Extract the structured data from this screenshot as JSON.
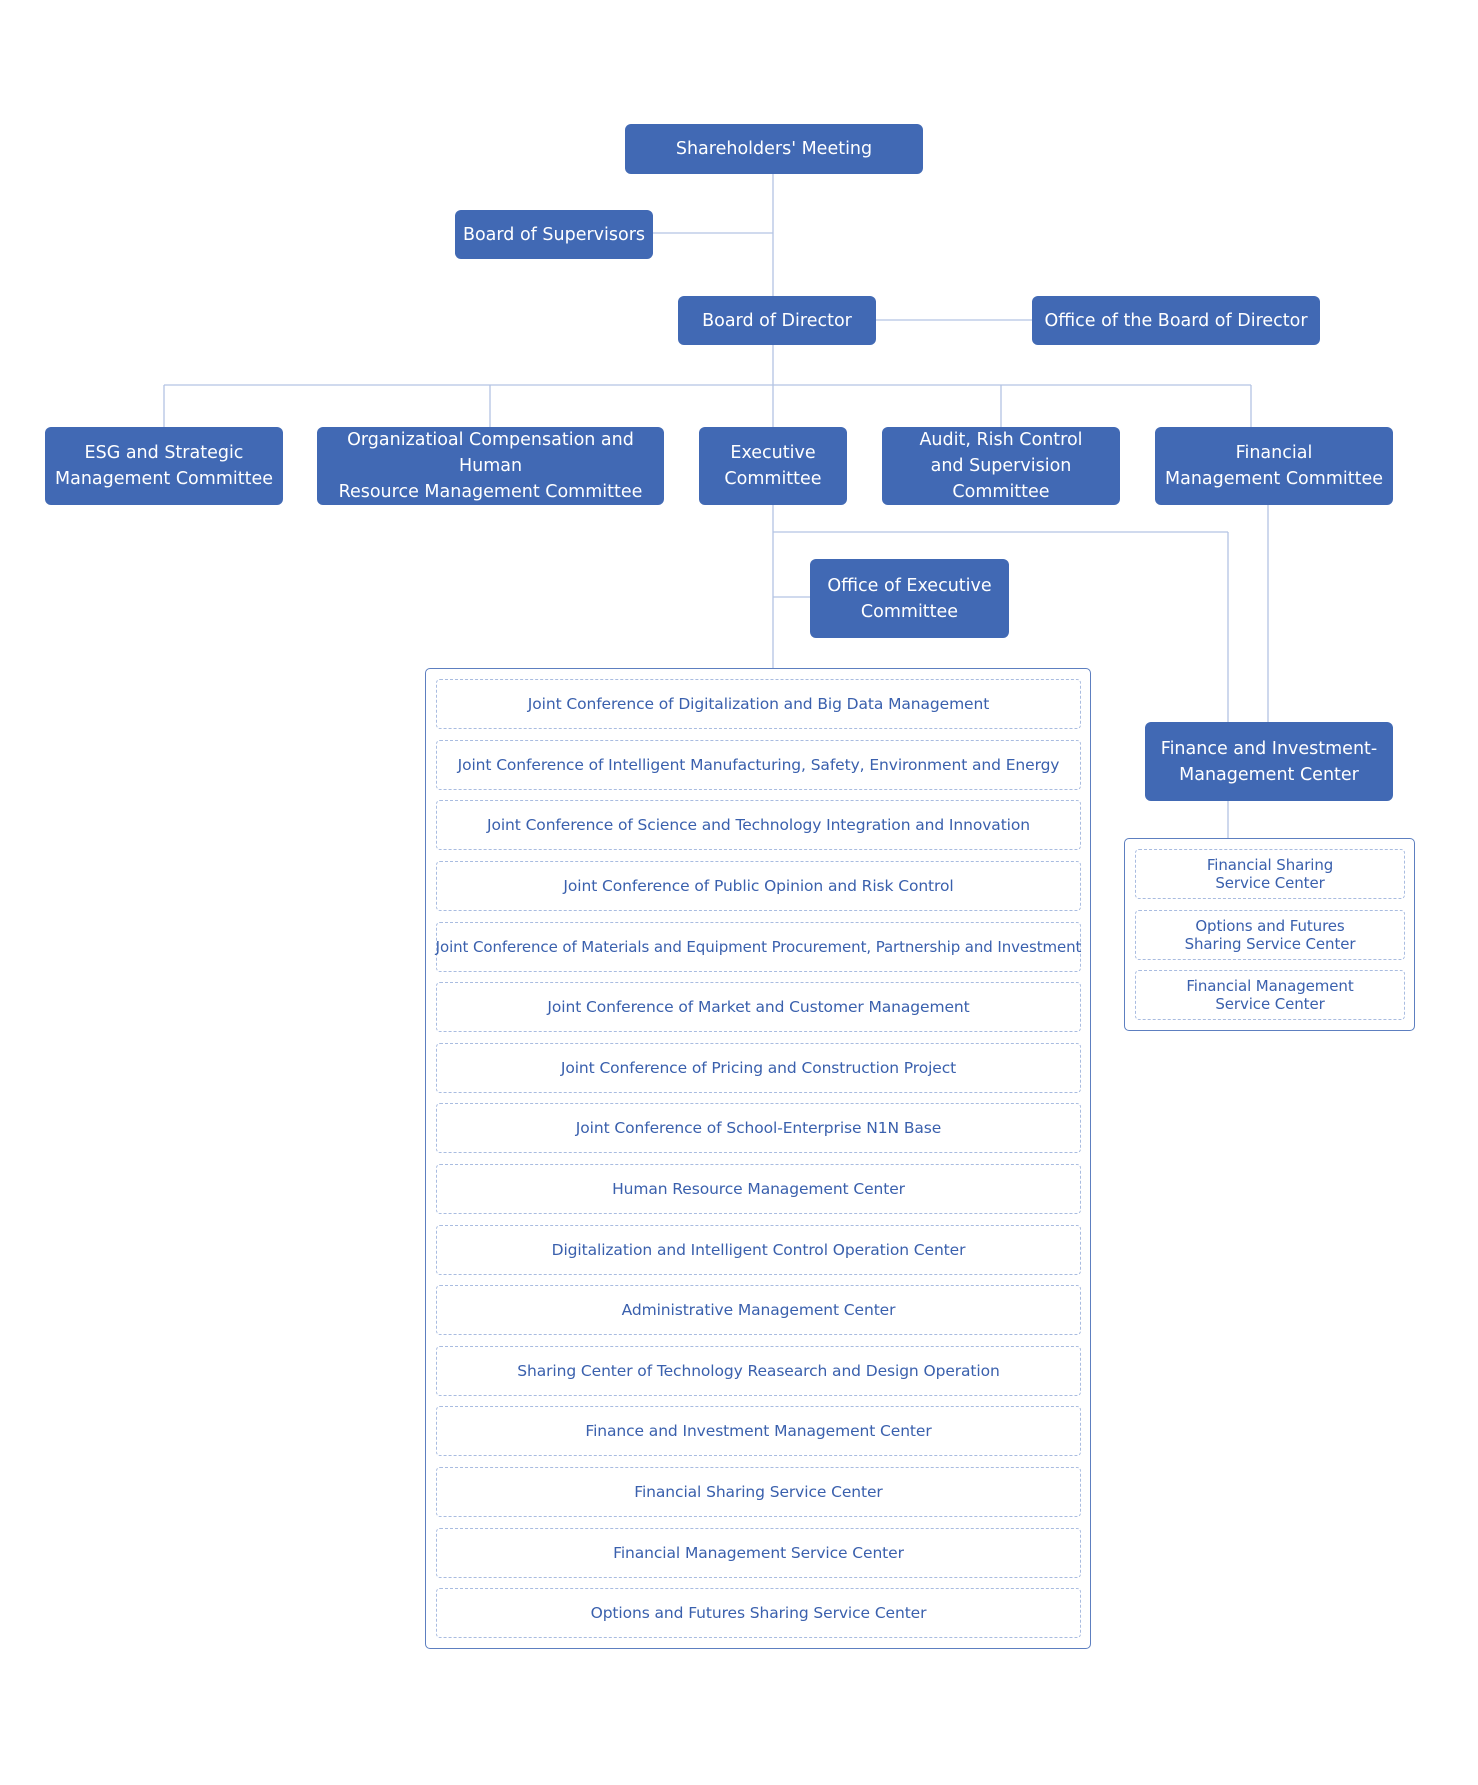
{
  "top": {
    "shareholders": "Shareholders' Meeting",
    "supervisors": "Board of Supervisors",
    "board": "Board of Director",
    "board_office": "Office of the Board of Director"
  },
  "committees": [
    "ESG and Strategic\nManagement Committee",
    "Organizatioal Compensation and Human\nResource Management Committee",
    "Executive\nCommittee",
    "Audit, Rish Control\nand Supervision Committee",
    "Financial\nManagement Committee"
  ],
  "exec_office": "Office of Executive\nCommittee",
  "fin_center": "Finance and Investment-\nManagement Center",
  "exec_units": [
    "Joint Conference of Digitalization and Big Data Management",
    "Joint Conference of Intelligent Manufacturing, Safety, Environment and Energy",
    "Joint Conference of Science and Technology Integration and Innovation",
    "Joint Conference of Public Opinion and Risk Control",
    "Joint Conference of Materials and Equipment Procurement, Partnership and Investment",
    "Joint Conference of Market and Customer Management",
    "Joint Conference of Pricing and Construction Project",
    "Joint Conference of School-Enterprise N1N Base",
    "Human Resource Management Center",
    "Digitalization and Intelligent Control Operation Center",
    "Administrative Management Center",
    "Sharing Center of Technology Reasearch and Design Operation",
    "Finance and Investment Management Center",
    "Financial Sharing Service Center",
    "Financial Management Service Center",
    "Options and Futures Sharing Service Center"
  ],
  "fin_units": [
    "Financial Sharing\nService Center",
    "Options and Futures\nSharing Service Center",
    "Financial Management\nService Center"
  ],
  "colors": {
    "box_fill": "#4169b4",
    "connector": "#b3c4e3",
    "unit_text": "#3a60ad"
  }
}
